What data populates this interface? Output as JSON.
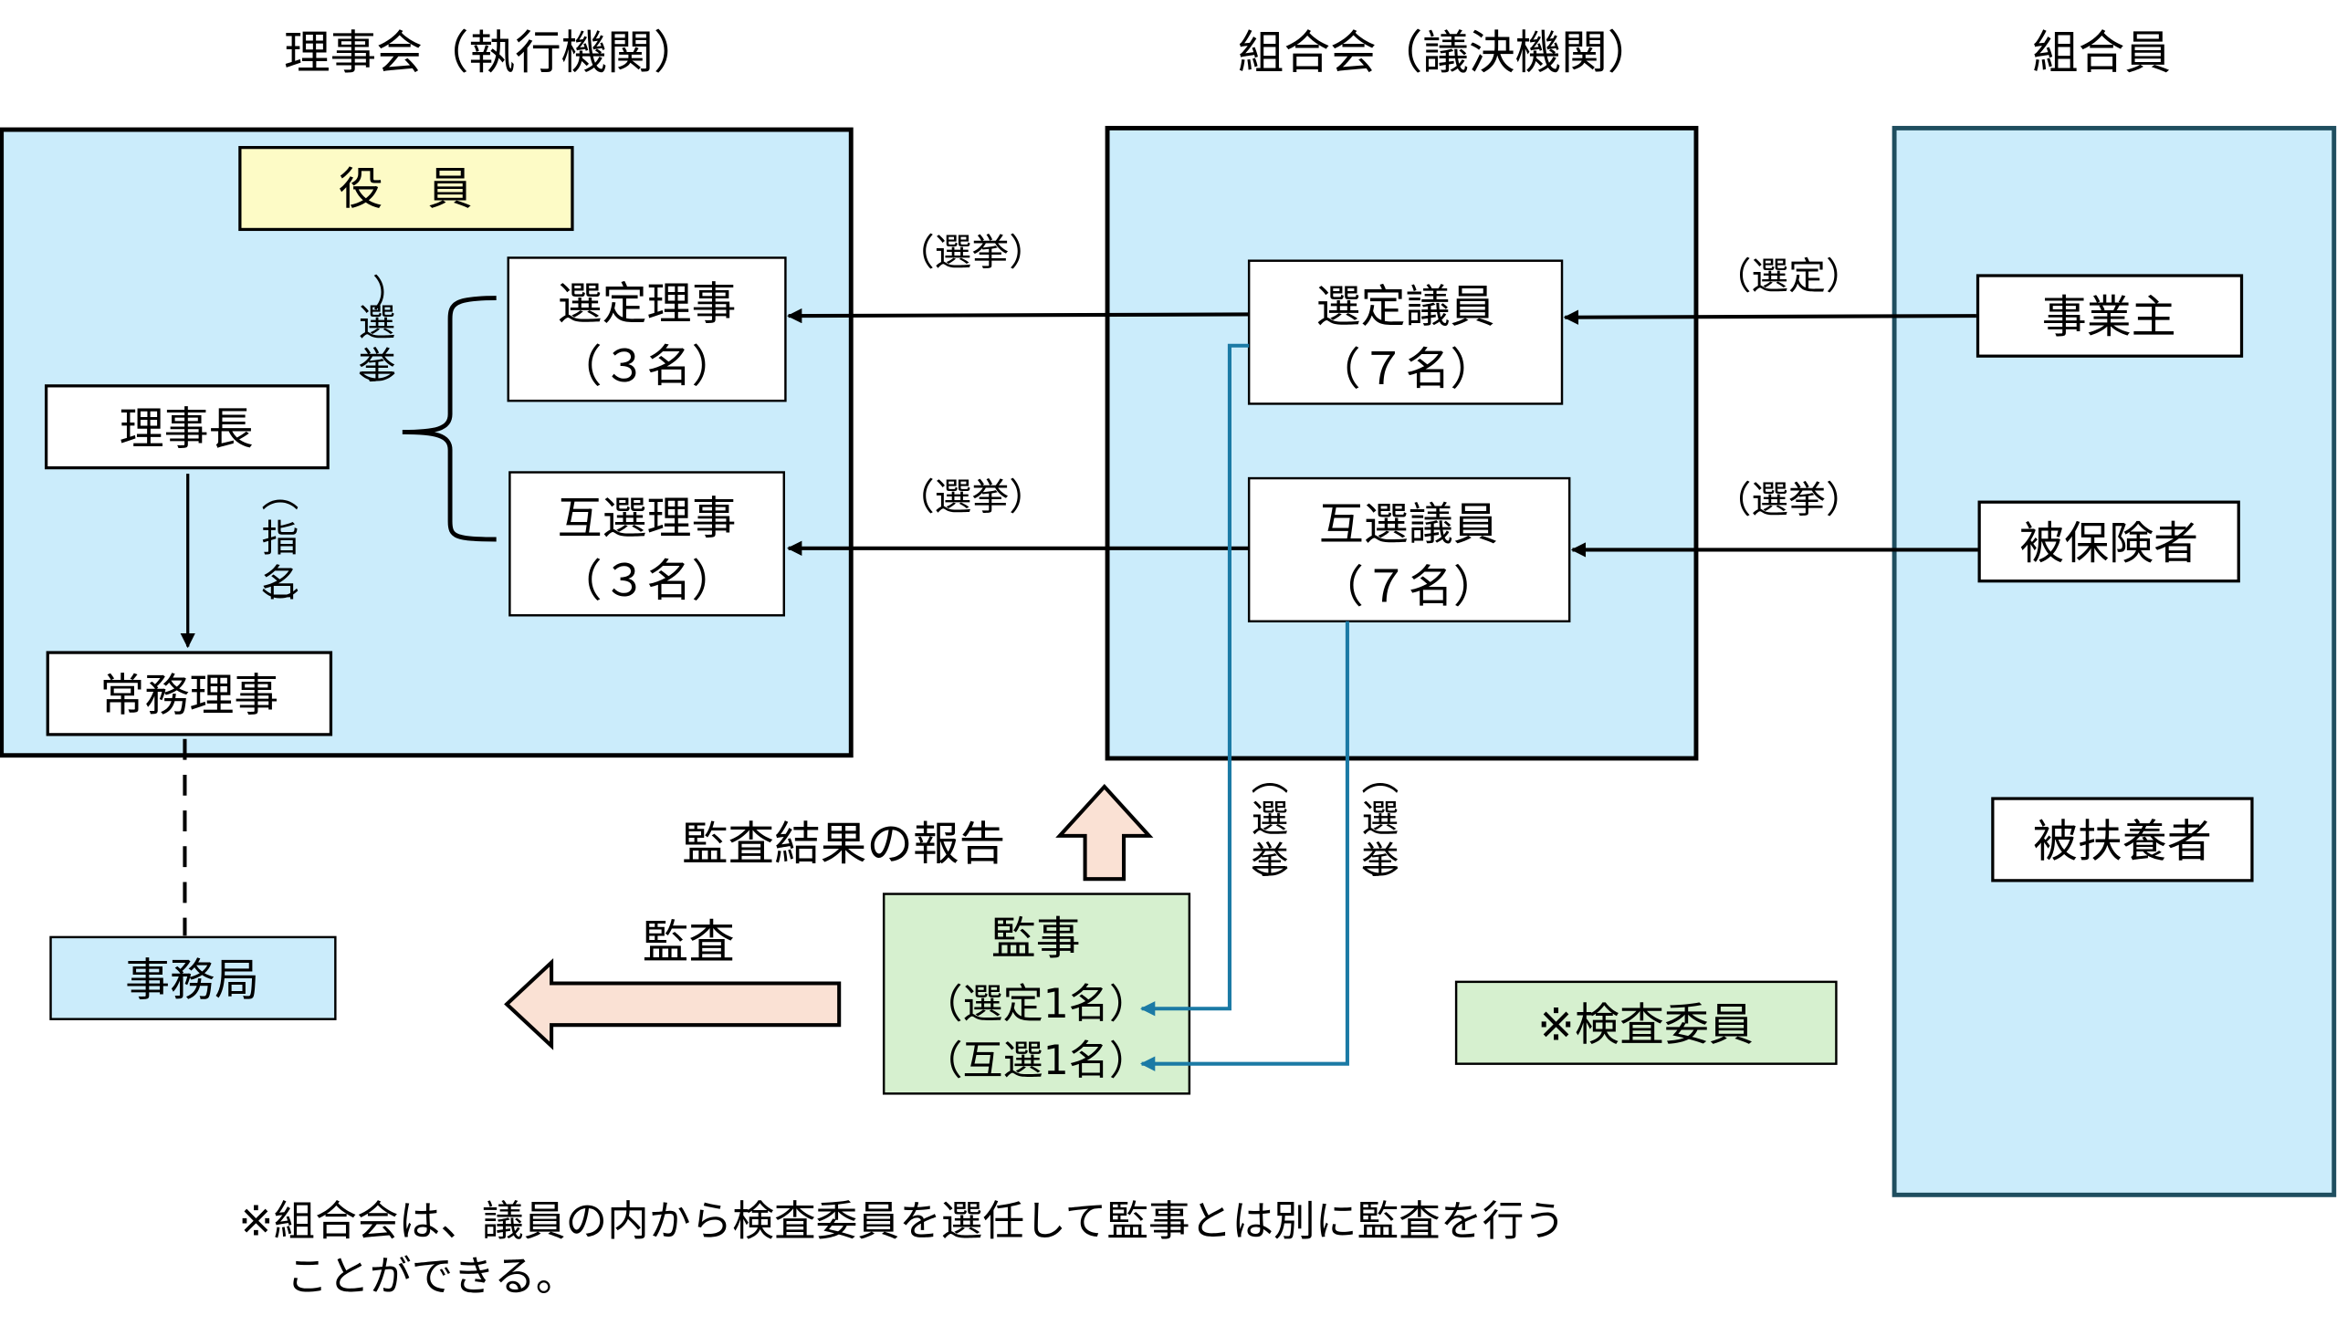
{
  "colors": {
    "panel_fill": "#cbecfb",
    "officer_fill": "#fdfbc6",
    "auditor_fill": "#d6f0cf",
    "arrow_fill": "#fae1d4",
    "election_line": "#1b7aa5",
    "members_border": "#1f4e5f"
  },
  "columns": {
    "board_title": "理事会（執行機関）",
    "assembly_title": "組合会（議決機関）",
    "members_title": "組合員"
  },
  "board": {
    "officers_label": "役　員",
    "appointed_director": {
      "line1": "選定理事",
      "line2": "（３名）"
    },
    "elected_director": {
      "line1": "互選理事",
      "line2": "（３名）"
    },
    "chairman": "理事長",
    "managing_director": "常務理事",
    "election_label": "（選挙）",
    "appointment_label": "（指名）"
  },
  "secretariat": "事務局",
  "assembly": {
    "appointed_member": {
      "line1": "選定議員",
      "line2": "（７名）"
    },
    "elected_member": {
      "line1": "互選議員",
      "line2": "（７名）"
    }
  },
  "members": {
    "employer": "事業主",
    "insured": "被保険者",
    "dependents": "被扶養者"
  },
  "connector_labels": {
    "assembly_to_board_top": "（選挙）",
    "assembly_to_board_bottom": "（選挙）",
    "employer_to_assembly": "（選定）",
    "insured_to_assembly": "（選挙）",
    "auditor_election_left": "（選挙）",
    "auditor_election_right": "（選挙）"
  },
  "auditor": {
    "title": "監事",
    "appointed": "（選定1名）",
    "elected": "（互選1名）"
  },
  "audit_report_label": "監査結果の報告",
  "audit_label": "監査",
  "inspection_committee": "※検査委員",
  "footnote": {
    "line1": "※組合会は、議員の内から検査委員を選任して監事とは別に監査を行う",
    "line2": "ことができる。"
  }
}
